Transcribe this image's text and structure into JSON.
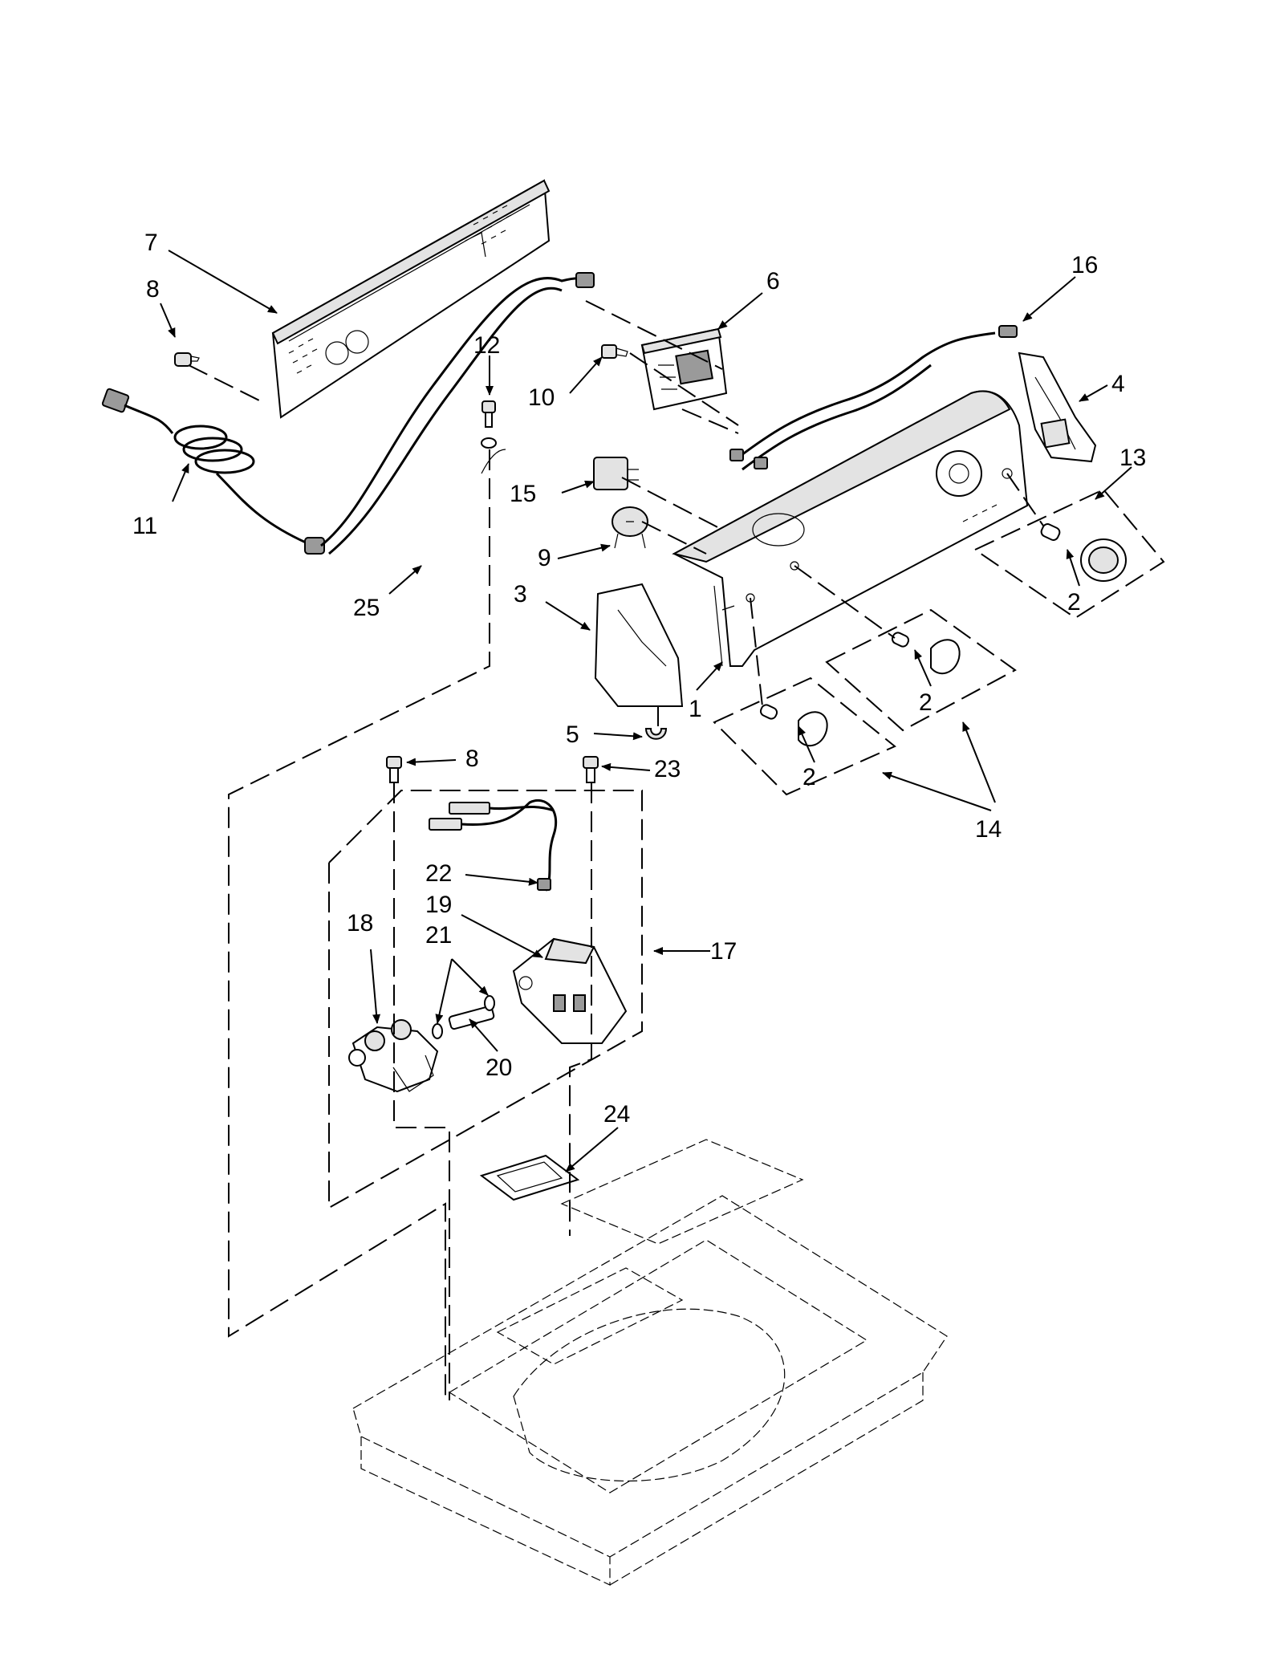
{
  "diagram": {
    "callouts": [
      {
        "id": "c7",
        "label": "7"
      },
      {
        "id": "c8a",
        "label": "8"
      },
      {
        "id": "c6",
        "label": "6"
      },
      {
        "id": "c16",
        "label": "16"
      },
      {
        "id": "c12",
        "label": "12"
      },
      {
        "id": "c10",
        "label": "10"
      },
      {
        "id": "c4",
        "label": "4"
      },
      {
        "id": "c13",
        "label": "13"
      },
      {
        "id": "c15",
        "label": "15"
      },
      {
        "id": "c11",
        "label": "11"
      },
      {
        "id": "c9",
        "label": "9"
      },
      {
        "id": "c2a",
        "label": "2"
      },
      {
        "id": "c3",
        "label": "3"
      },
      {
        "id": "c25",
        "label": "25"
      },
      {
        "id": "c2b",
        "label": "2"
      },
      {
        "id": "c1",
        "label": "1"
      },
      {
        "id": "c5",
        "label": "5"
      },
      {
        "id": "c2c",
        "label": "2"
      },
      {
        "id": "c8b",
        "label": "8"
      },
      {
        "id": "c23",
        "label": "23"
      },
      {
        "id": "c14",
        "label": "14"
      },
      {
        "id": "c22",
        "label": "22"
      },
      {
        "id": "c19",
        "label": "19"
      },
      {
        "id": "c18",
        "label": "18"
      },
      {
        "id": "c21",
        "label": "21"
      },
      {
        "id": "c17",
        "label": "17"
      },
      {
        "id": "c20",
        "label": "20"
      },
      {
        "id": "c24",
        "label": "24"
      }
    ]
  }
}
